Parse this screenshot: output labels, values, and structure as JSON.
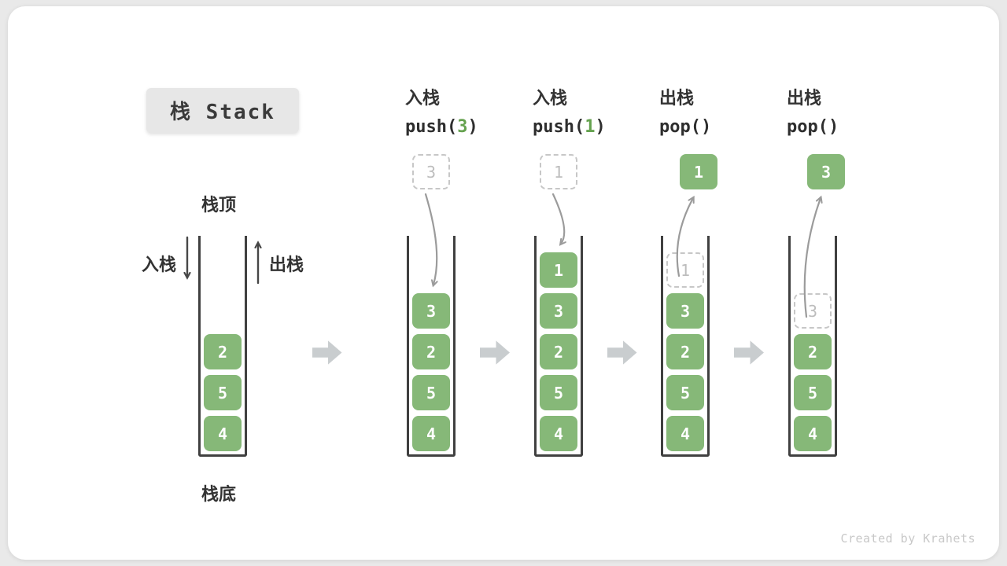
{
  "title_badge": "栈 Stack",
  "side_labels": {
    "stack_top": "栈顶",
    "stack_bottom": "栈底",
    "push": "入栈",
    "pop": "出栈"
  },
  "watermark": "Created by Krahets",
  "colors": {
    "element_green": "#86B878",
    "code_arg_green": "#65A24F",
    "dashed_gray": "#C7C7C7",
    "arrow_gray": "#9B9B9B",
    "dark_arrow": "#474747",
    "flow_arrow_gray": "#C9CDCF",
    "text_dark": "#333333",
    "badge_bg": "#E7E7E7"
  },
  "stages": [
    {
      "name": "initial",
      "header": null,
      "floating": null,
      "arrow": null,
      "elements": [
        {
          "value": "2",
          "style": "solid"
        },
        {
          "value": "5",
          "style": "solid"
        },
        {
          "value": "4",
          "style": "solid"
        }
      ]
    },
    {
      "name": "push-3",
      "header": {
        "cn": "入栈",
        "op_prefix": "push(",
        "arg": "3",
        "op_suffix": ")"
      },
      "floating": {
        "value": "3",
        "style": "dashed"
      },
      "arrow": "down",
      "elements": [
        {
          "value": "3",
          "style": "solid"
        },
        {
          "value": "2",
          "style": "solid"
        },
        {
          "value": "5",
          "style": "solid"
        },
        {
          "value": "4",
          "style": "solid"
        }
      ]
    },
    {
      "name": "push-1",
      "header": {
        "cn": "入栈",
        "op_prefix": "push(",
        "arg": "1",
        "op_suffix": ")"
      },
      "floating": {
        "value": "1",
        "style": "dashed"
      },
      "arrow": "down",
      "elements": [
        {
          "value": "1",
          "style": "solid"
        },
        {
          "value": "3",
          "style": "solid"
        },
        {
          "value": "2",
          "style": "solid"
        },
        {
          "value": "5",
          "style": "solid"
        },
        {
          "value": "4",
          "style": "solid"
        }
      ]
    },
    {
      "name": "pop-1",
      "header": {
        "cn": "出栈",
        "op_prefix": "pop(",
        "arg": "",
        "op_suffix": ")"
      },
      "floating": {
        "value": "1",
        "style": "solid"
      },
      "arrow": "up",
      "elements": [
        {
          "value": "1",
          "style": "dashed"
        },
        {
          "value": "3",
          "style": "solid"
        },
        {
          "value": "2",
          "style": "solid"
        },
        {
          "value": "5",
          "style": "solid"
        },
        {
          "value": "4",
          "style": "solid"
        }
      ]
    },
    {
      "name": "pop-3",
      "header": {
        "cn": "出栈",
        "op_prefix": "pop(",
        "arg": "",
        "op_suffix": ")"
      },
      "floating": {
        "value": "3",
        "style": "solid"
      },
      "arrow": "up",
      "elements": [
        {
          "value": "3",
          "style": "dashed"
        },
        {
          "value": "2",
          "style": "solid"
        },
        {
          "value": "5",
          "style": "solid"
        },
        {
          "value": "4",
          "style": "solid"
        }
      ]
    }
  ]
}
